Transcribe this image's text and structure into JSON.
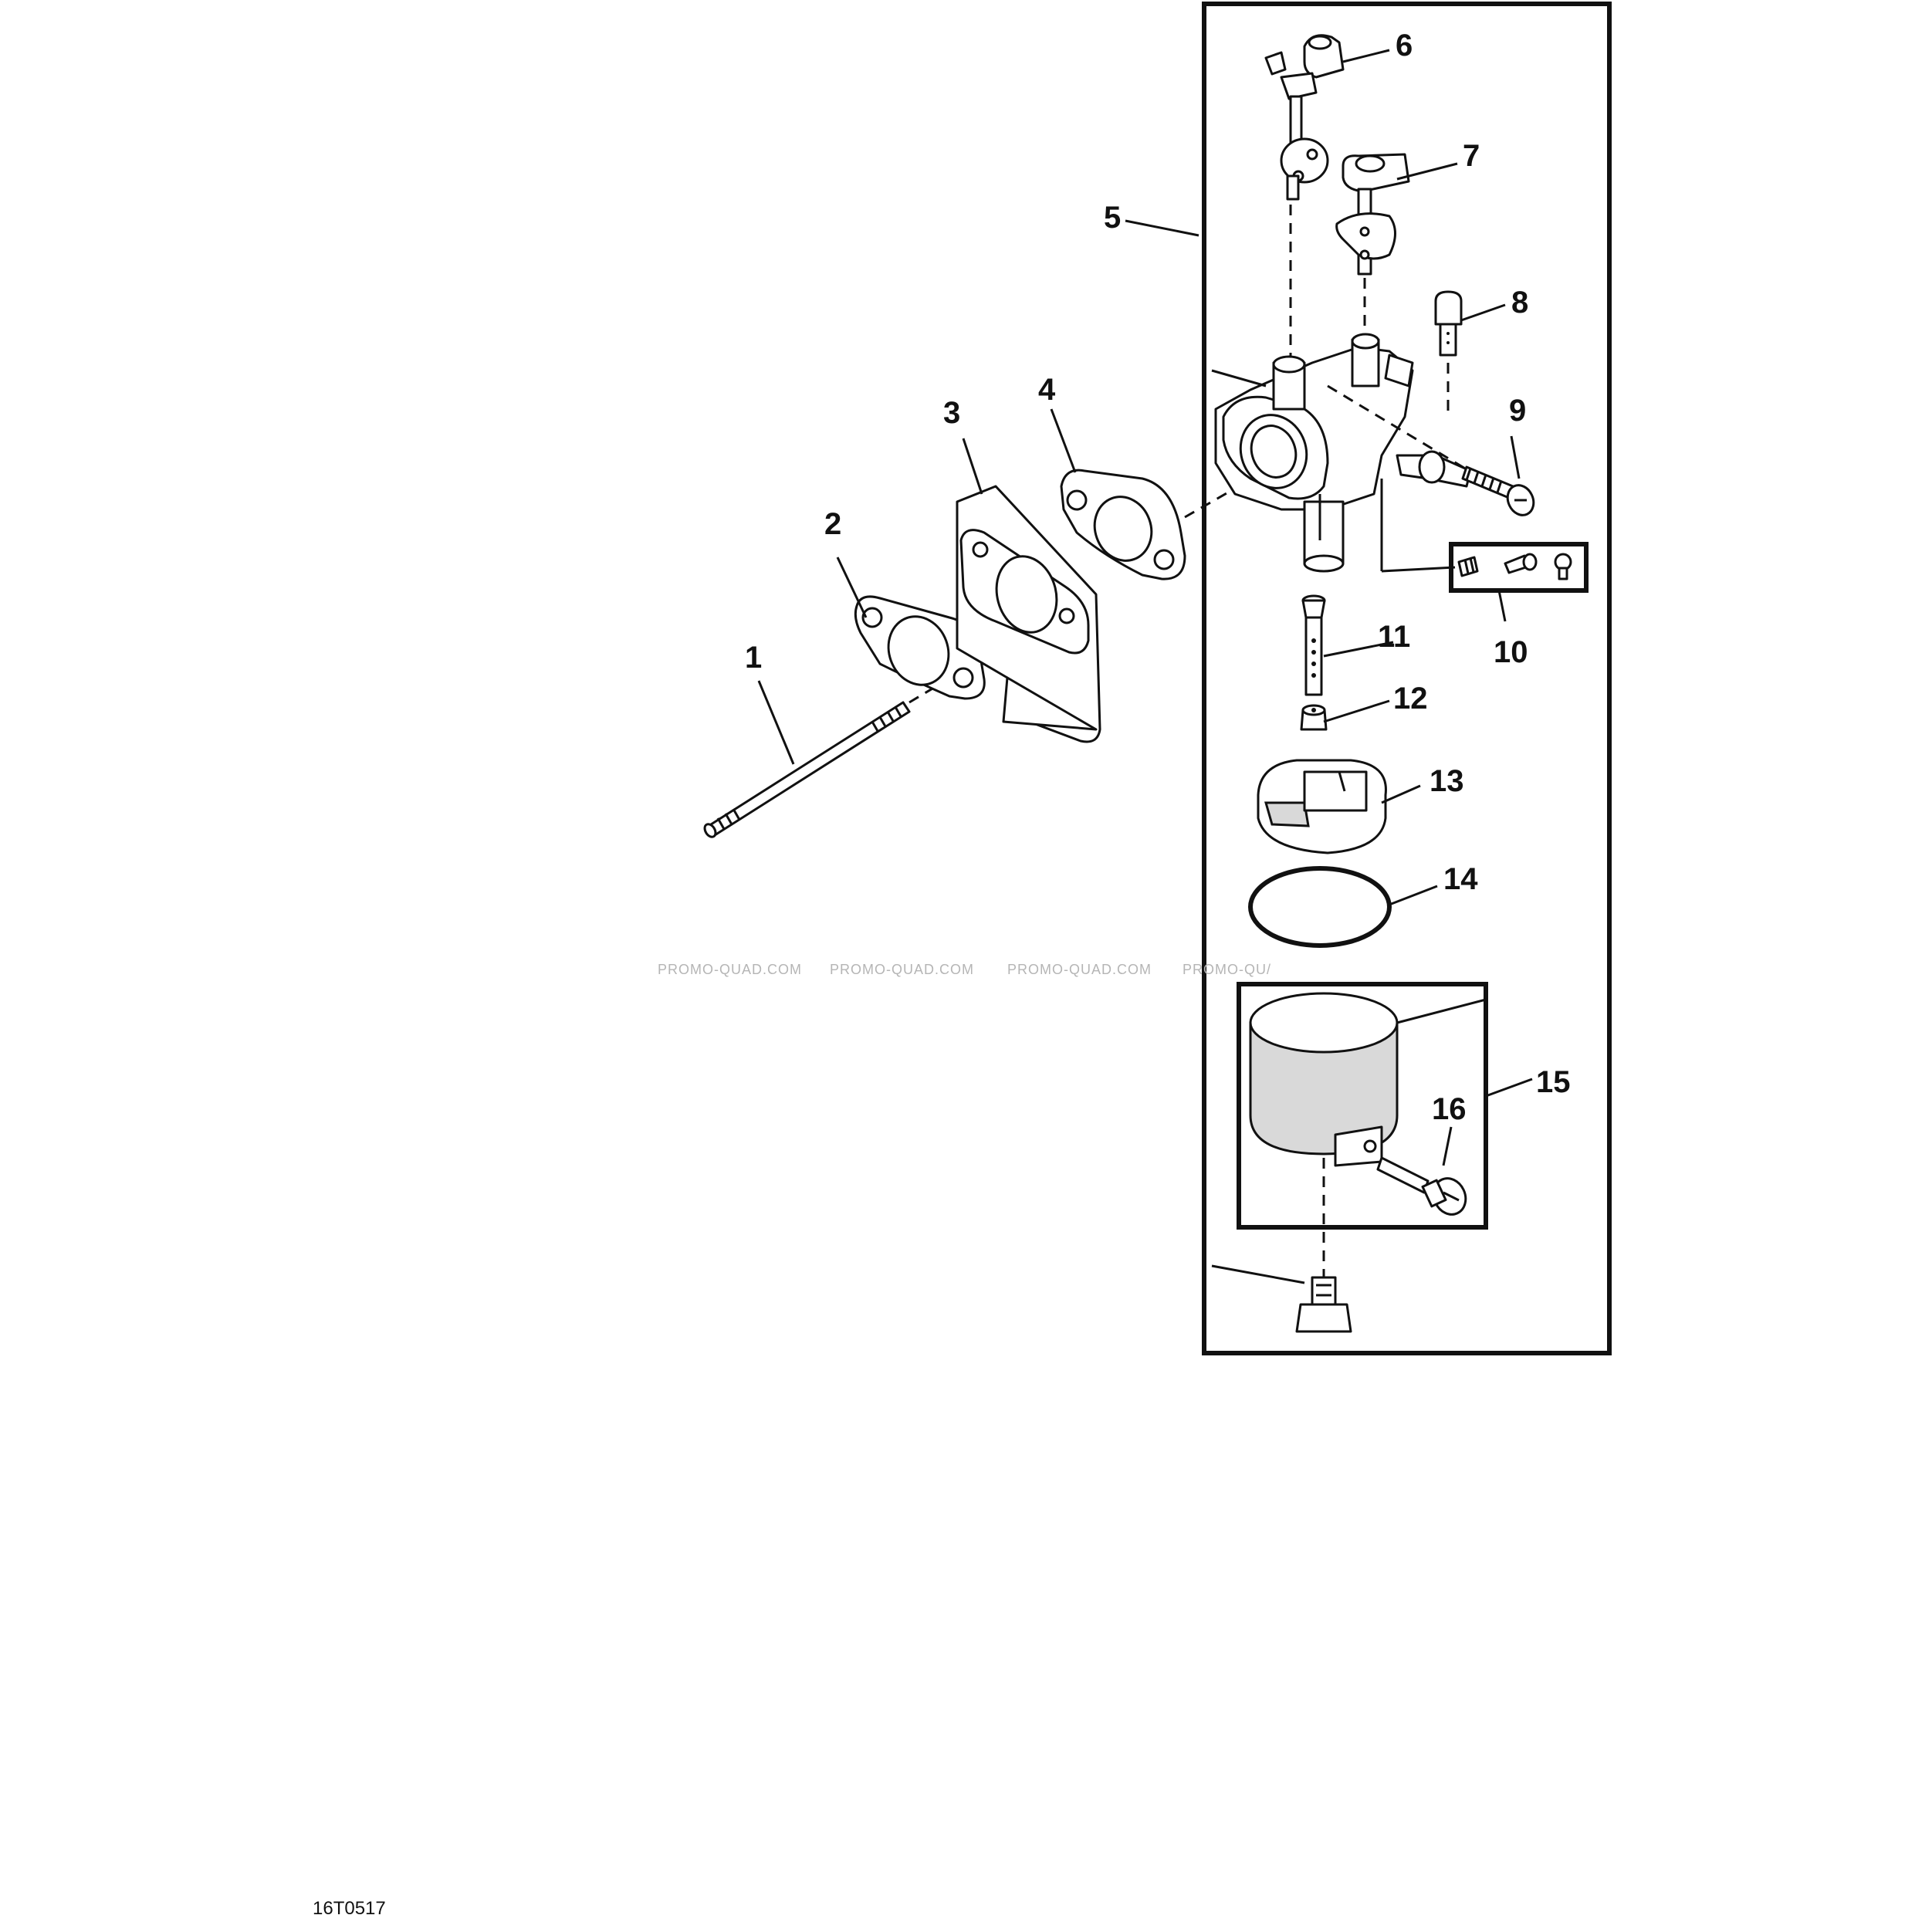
{
  "diagram": {
    "figure_id": "16T0517",
    "watermark": [
      "PROMO-QUAD.COM",
      "PROMO-QUAD.COM",
      "PROMO-QUAD.COM",
      "PROMO-QU/"
    ],
    "callouts": {
      "c1": "1",
      "c2": "2",
      "c3": "3",
      "c4": "4",
      "c5": "5",
      "c6": "6",
      "c7": "7",
      "c8": "8",
      "c9": "9",
      "c10": "10",
      "c11": "11",
      "c12": "12",
      "c13": "13",
      "c14": "14",
      "c15": "15",
      "c16": "16"
    }
  }
}
